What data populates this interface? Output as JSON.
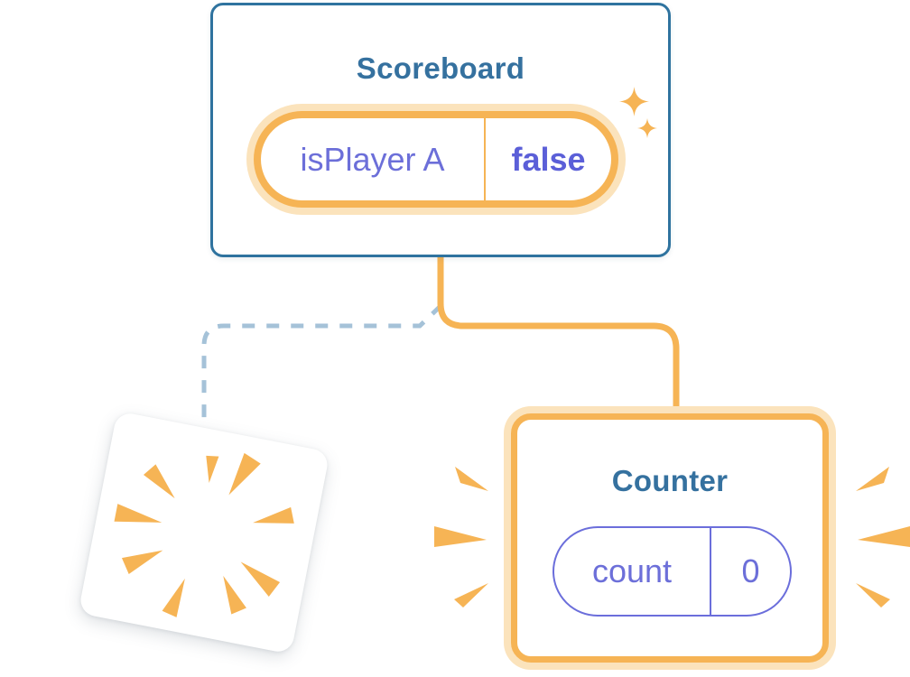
{
  "colors": {
    "orange": "#F6B455",
    "orangeHalo": "#FBE3BC",
    "blueText": "#35719F",
    "blueBorder": "#2F739F",
    "purple": "#6C6FD9",
    "purpleBold": "#5B5FD8",
    "purpleBorder": "#6B6EDB",
    "dashedBlue": "#A5C2D8",
    "cardBg": "#FFFFFF",
    "pageBg": "#FFFFFF"
  },
  "scoreboard": {
    "title": "Scoreboard",
    "state": {
      "name": "isPlayer A",
      "value": "false"
    }
  },
  "counter": {
    "title": "Counter",
    "state": {
      "name": "count",
      "value": "0"
    }
  },
  "icons": {
    "sparkle_large": "sparkle-icon",
    "sparkle_small": "sparkle-icon",
    "poof_burst": "poof-burst-icon",
    "emphasis_bursts": "burst-wedge-icon"
  }
}
